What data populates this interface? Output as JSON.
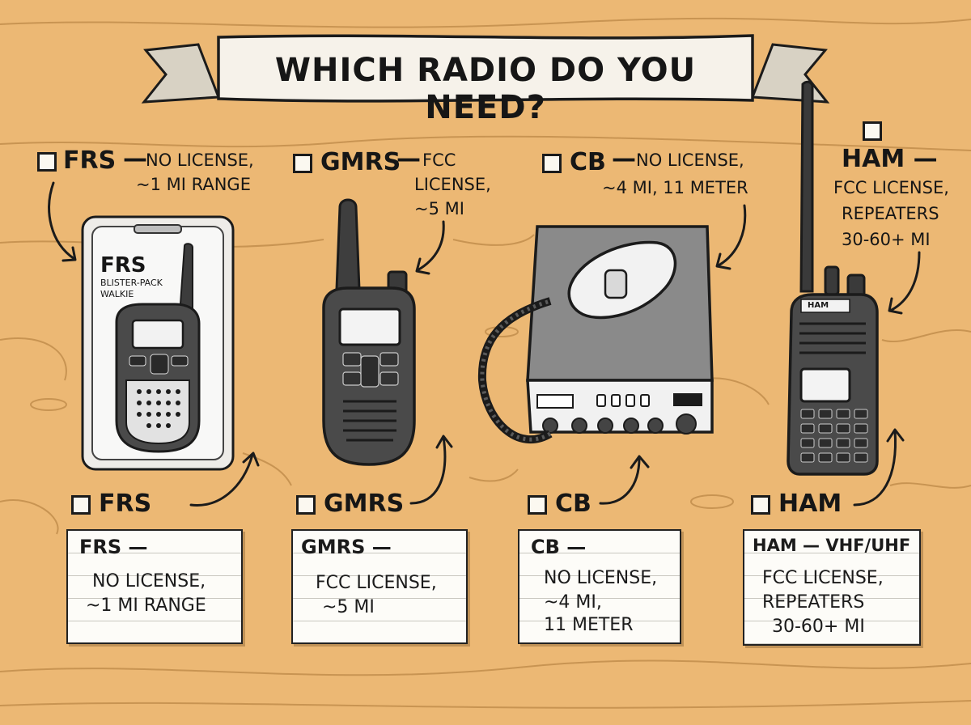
{
  "title": "WHICH RADIO DO YOU NEED?",
  "top_labels": {
    "frs": {
      "name": "FRS",
      "desc_1": "NO LICENSE,",
      "desc_2": "~1 MI RANGE"
    },
    "gmrs": {
      "name": "GMRS",
      "desc_1": "FCC",
      "desc_2": "LICENSE,",
      "desc_3": "~5 MI"
    },
    "cb": {
      "name": "CB",
      "desc_1": "NO LICENSE,",
      "desc_2": "~4 MI, 11 METER"
    },
    "ham": {
      "name": "HAM —",
      "desc_1": "FCC LICENSE,",
      "desc_2": "REPEATERS",
      "desc_3": "30-60+ MI"
    }
  },
  "frs_package": {
    "label": "FRS",
    "sublabel_1": "BLISTER-PACK",
    "sublabel_2": "WALKIE"
  },
  "ham_radio_brand": "HAM",
  "bottom_labels": {
    "frs": "FRS",
    "gmrs": "GMRS",
    "cb": "CB",
    "ham": "HAM"
  },
  "cards": {
    "frs": {
      "head": "FRS —",
      "line_1": "NO LICENSE,",
      "line_2": "~1 MI RANGE"
    },
    "gmrs": {
      "head": "GMRS —",
      "line_1": "FCC LICENSE,",
      "line_2": "~5 MI"
    },
    "cb": {
      "head": "CB —",
      "line_1": "NO LICENSE,",
      "line_2": "~4 MI,",
      "line_3": "11 METER"
    },
    "ham": {
      "head": "HAM — VHF/UHF",
      "line_1": "FCC LICENSE,",
      "line_2": "REPEATERS",
      "line_3": "30-60+ MI"
    }
  },
  "colors": {
    "wood": "#ecb874",
    "ink": "#1b1b1b",
    "paper": "#fdfcf8",
    "radio": "#4a4a4a"
  }
}
